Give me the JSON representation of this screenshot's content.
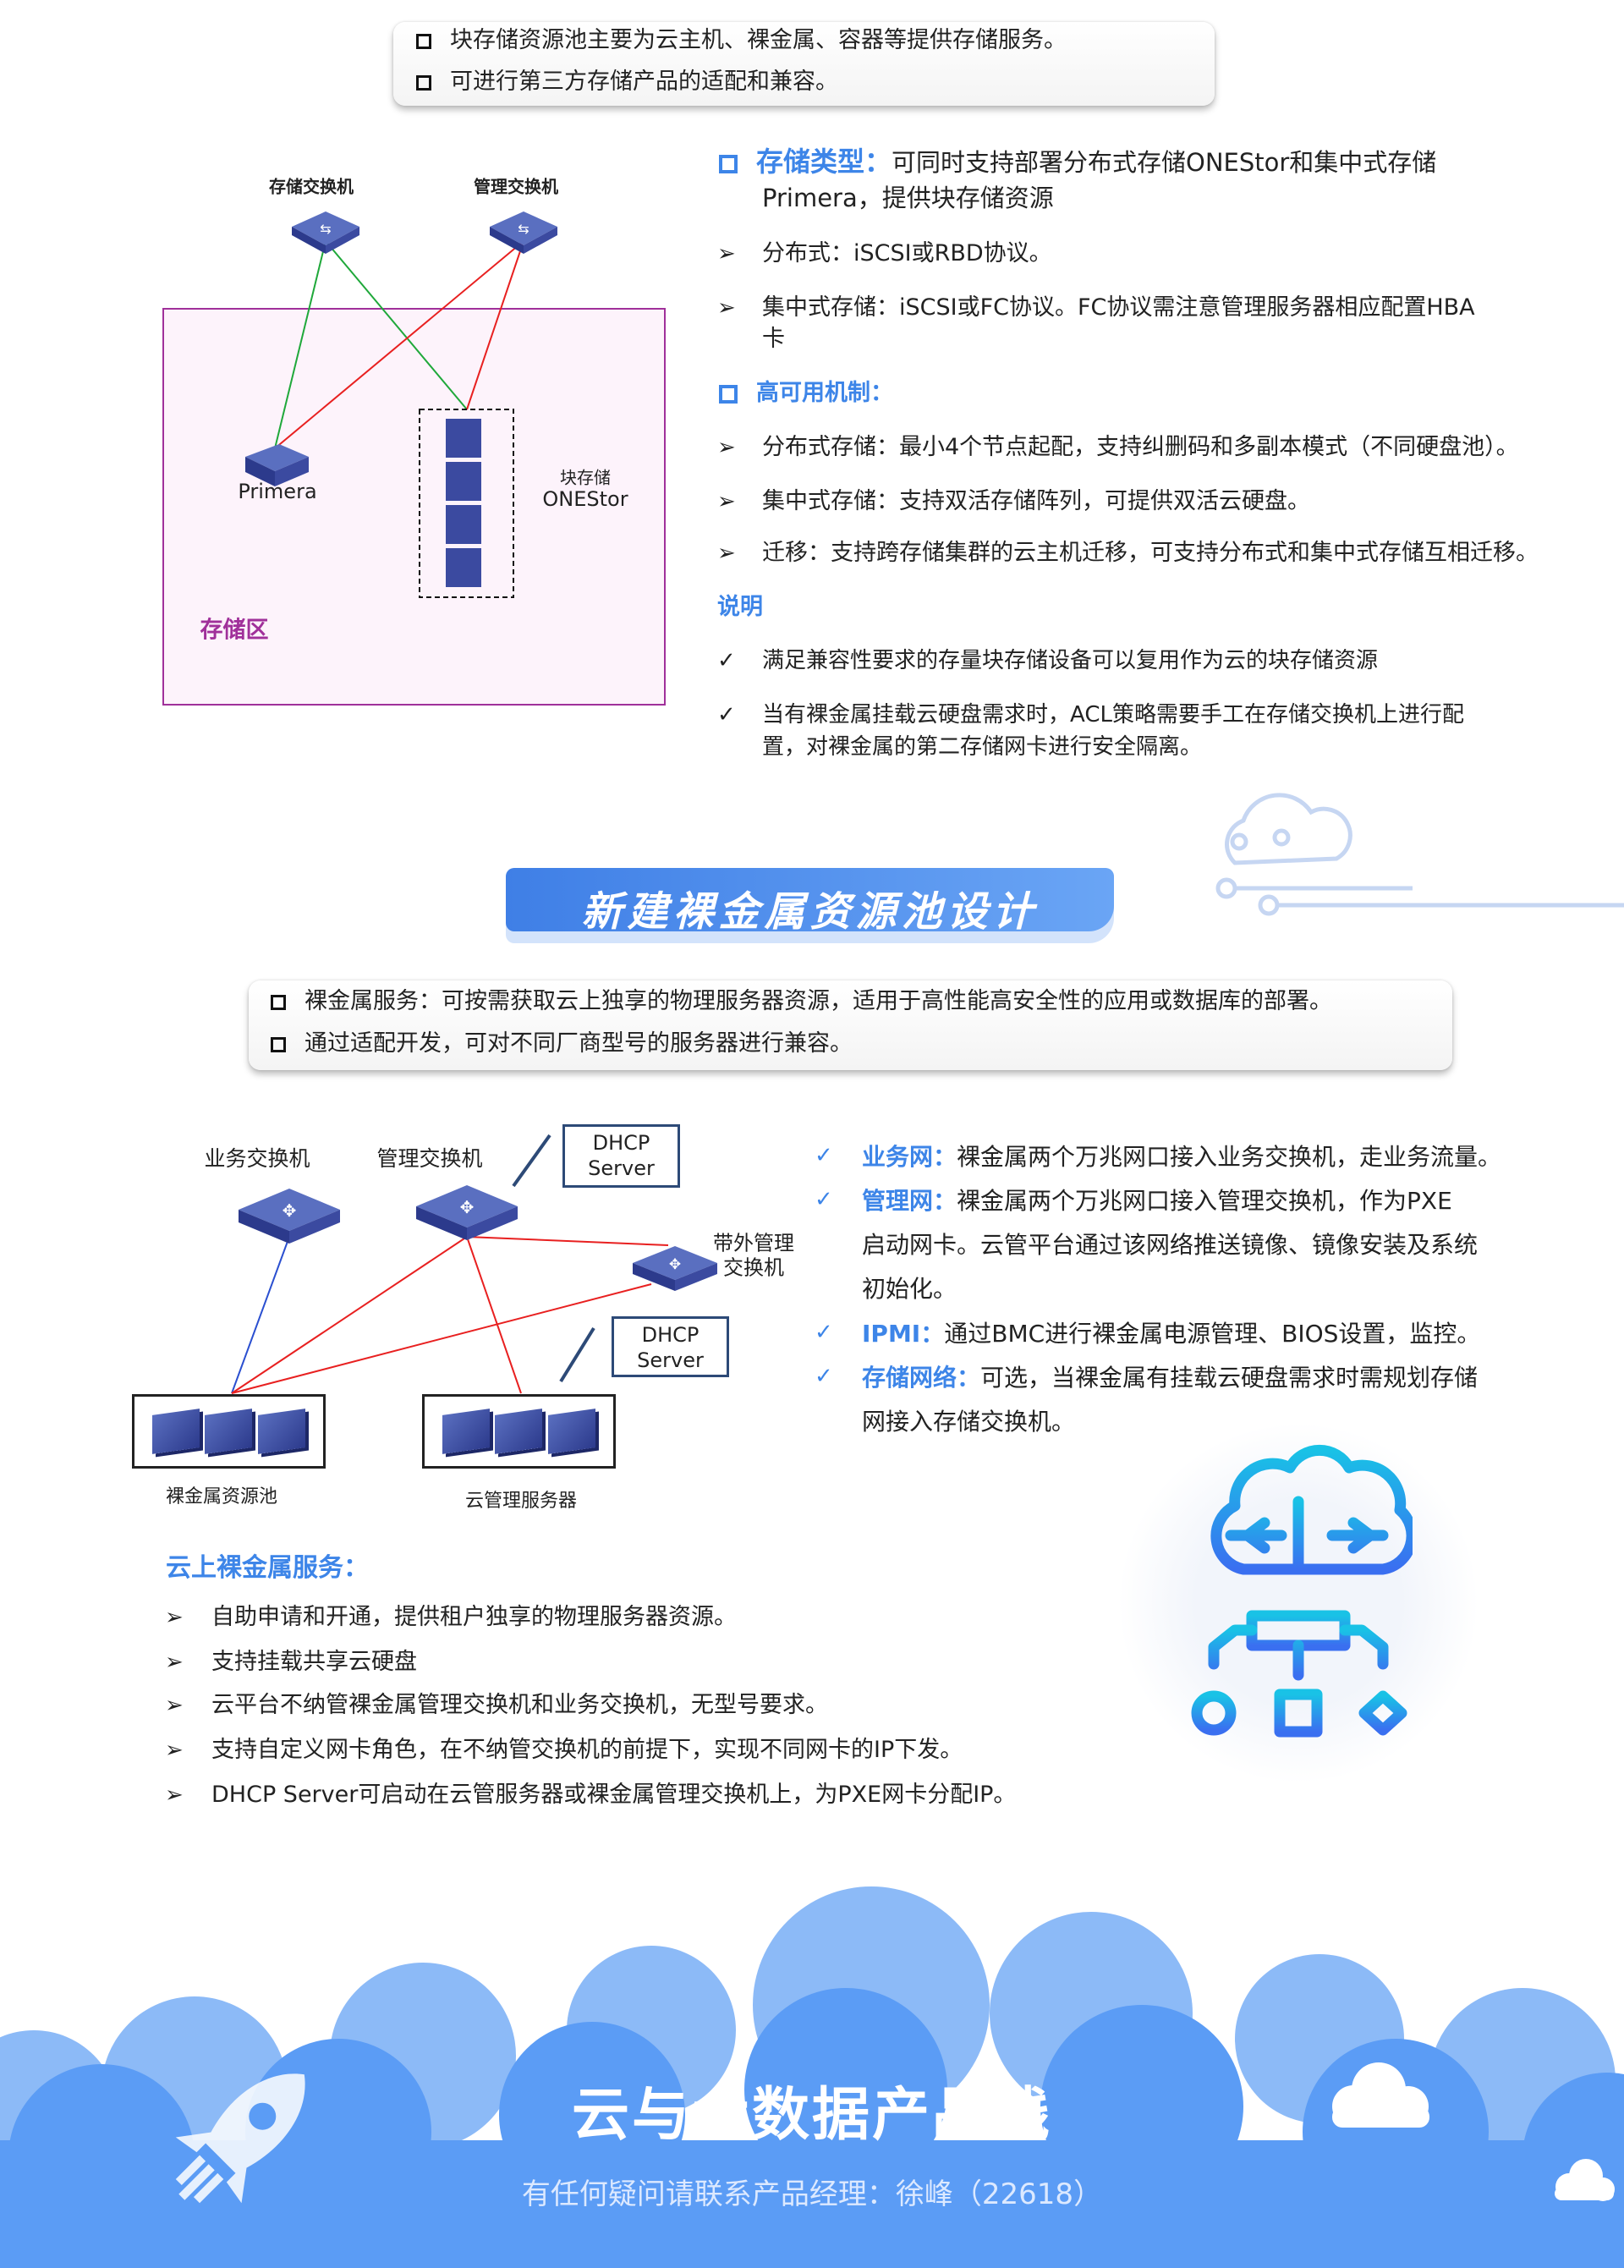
{
  "top_box": {
    "items": [
      "块存储资源池主要为云主机、裸金属、容器等提供存储服务。",
      "可进行第三方存储产品的适配和兼容。"
    ]
  },
  "diagram1": {
    "switch1": "存储交换机",
    "switch2": "管理交换机",
    "primera": "Primera",
    "block_label": "块存储",
    "onestor": "ONEStor",
    "zone": "存储区",
    "colors": {
      "green": "#1fa83a",
      "red": "#e82020",
      "zone_border": "#a0309a"
    }
  },
  "storage_text": {
    "type_heading": "存储类型：",
    "type_text": "可同时支持部署分布式存储ONEStor和集中式存储",
    "type_text2": "Primera，提供块存储资源",
    "type_items": [
      "分布式：iSCSI或RBD协议。",
      "集中式存储：iSCSI或FC协议。FC协议需注意管理服务器相应配置HBA",
      "卡"
    ],
    "ha_heading": "高可用机制：",
    "ha_items": [
      "分布式存储：最小4个节点起配，支持纠删码和多副本模式（不同硬盘池）。",
      "集中式存储：支持双活存储阵列，可提供双活云硬盘。",
      "迁移：支持跨存储集群的云主机迁移，可支持分布式和集中式存储互相迁移。"
    ],
    "note_heading": "说明",
    "notes": [
      "满足兼容性要求的存量块存储设备可以复用作为云的块存储资源",
      "当有裸金属挂载云硬盘需求时，ACL策略需要手工在存储交换机上进行配",
      "置，对裸金属的第二存储网卡进行安全隔离。"
    ]
  },
  "banner": {
    "title": "新建裸金属资源池设计"
  },
  "box2": {
    "items": [
      "裸金属服务：可按需获取云上独享的物理服务器资源，适用于高性能高安全性的应用或数据库的部署。",
      "通过适配开发，可对不同厂商型号的服务器进行兼容。"
    ]
  },
  "diagram2": {
    "biz_switch": "业务交换机",
    "mgmt_switch": "管理交换机",
    "dhcp1": [
      "DHCP",
      "Server"
    ],
    "oob1": "带外管理",
    "oob2": "交换机",
    "dhcp2": [
      "DHCP",
      "Server"
    ],
    "pool": "裸金属资源池",
    "cloud_srv": "云管理服务器"
  },
  "network_text": [
    {
      "head": "业务网：",
      "text": "裸金属两个万兆网口接入业务交换机，走业务流量。"
    },
    {
      "head": "管理网：",
      "text": "裸金属两个万兆网口接入管理交换机，作为PXE",
      "cont": [
        "启动网卡。云管平台通过该网络推送镜像、镜像安装及系统",
        "初始化。"
      ]
    },
    {
      "head": "IPMI：",
      "text": "通过BMC进行裸金属电源管理、BIOS设置，监控。"
    },
    {
      "head": "存储网络：",
      "text": "可选，当裸金属有挂载云硬盘需求时需规划存储",
      "cont": [
        "网接入存储交换机。"
      ]
    }
  ],
  "bm_service": {
    "heading": "云上裸金属服务：",
    "items": [
      "自助申请和开通，提供租户独享的物理服务器资源。",
      "支持挂载共享云硬盘",
      "云平台不纳管裸金属管理交换机和业务交换机，无型号要求。",
      "支持自定义网卡角色，在不纳管交换机的前提下，实现不同网卡的IP下发。",
      "DHCP Server可启动在云管服务器或裸金属管理交换机上，为PXE网卡分配IP。"
    ]
  },
  "footer": {
    "title": "云与大数据产品线",
    "contact": "有任何疑问请联系产品经理：徐峰（22618）",
    "colors": {
      "bg": "#5b9cf5",
      "accent": "#3d85e8"
    }
  }
}
